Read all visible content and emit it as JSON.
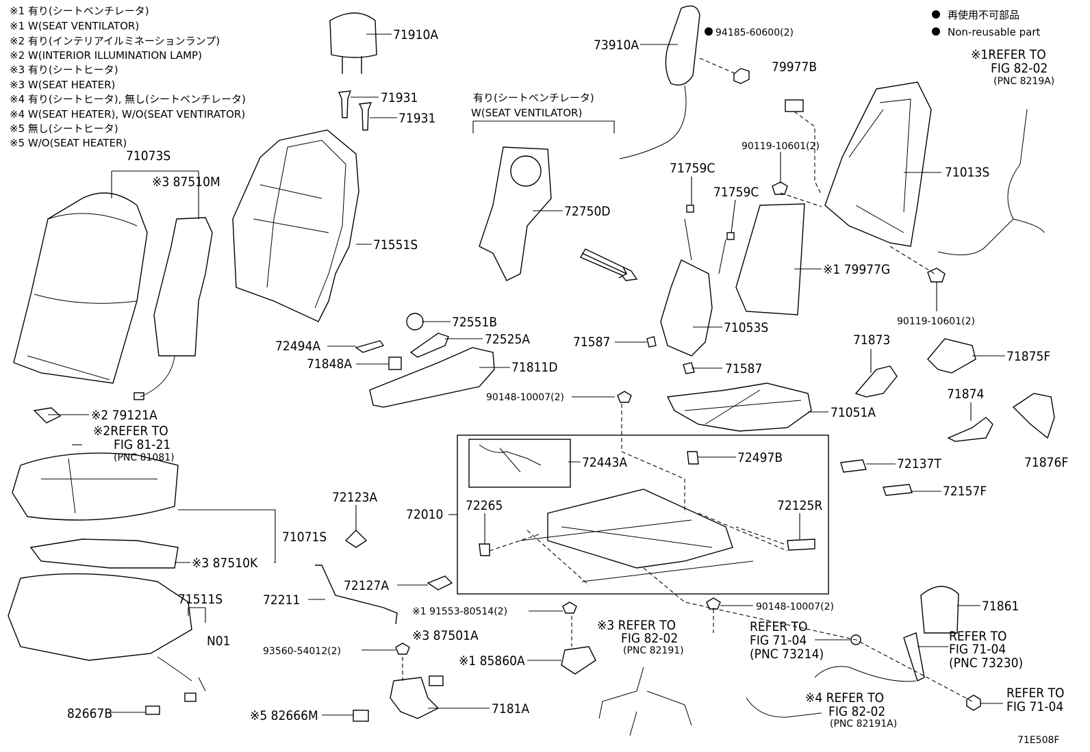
{
  "legend": {
    "notes": [
      "※1 有り(シートベンチレータ)",
      "※1 W(SEAT VENTILATOR)",
      "※2 有り(インテリアイルミネーションランプ)",
      "※2 W(INTERIOR ILLUMINATION LAMP)",
      "※3 有り(シートヒータ)",
      "※3 W(SEAT HEATER)",
      "※4 有り(シートヒータ), 無し(シートベンチレータ)",
      "※4 W(SEAT HEATER), W/O(SEAT VENTIRATOR)",
      "※5 無し(シートヒータ)",
      "※5 W/O(SEAT HEATER)"
    ],
    "nonreusable_jp": "再使用不可部品",
    "nonreusable_en": "Non-reusable part"
  },
  "bracket_note": {
    "jp": "有り(シートベンチレータ)",
    "en": "W(SEAT VENTILATOR)"
  },
  "labels": {
    "p71910A": "71910A",
    "p71931a": "71931",
    "p71931b": "71931",
    "p73910A": "73910A",
    "p94185": "94185-60600(2)",
    "p79977B": "79977B",
    "p71073S": "71073S",
    "p87510M": "※3 87510M",
    "p71551S": "71551S",
    "p72750D": "72750D",
    "p71759Ca": "71759C",
    "p71759Cb": "71759C",
    "p90119a": "90119-10601(2)",
    "p71013S": "71013S",
    "ref8202a_1": "※1REFER TO",
    "ref8202a_2": "FIG 82-02",
    "ref8202a_3": "(PNC 8219A)",
    "p79977G": "※1 79977G",
    "p90119b": "90119-10601(2)",
    "p72551B": "72551B",
    "p72525A": "72525A",
    "p72494A": "72494A",
    "p71848A": "71848A",
    "p71811D": "71811D",
    "p71587a": "71587",
    "p71053S": "71053S",
    "p71587b": "71587",
    "p71873": "71873",
    "p71875F": "71875F",
    "p79121A": "※2 79121A",
    "ref8121_1": "※2REFER TO",
    "ref8121_2": "FIG 81-21",
    "ref8121_3": "(PNC 81081)",
    "p90148a": "90148-10007(2)",
    "p71051A": "71051A",
    "p71874": "71874",
    "p71876F": "71876F",
    "p72443A": "72443A",
    "p72497B": "72497B",
    "p72137T": "72137T",
    "p72157F": "72157F",
    "p72123A": "72123A",
    "p72010": "72010",
    "p72265": "72265",
    "p72125R": "72125R",
    "p71071S": "71071S",
    "p87510K": "※3 87510K",
    "p72127A": "72127A",
    "p71511S": "71511S",
    "p72211": "72211",
    "p91553": "※1 91553-80514(2)",
    "p90148b": "90148-10007(2)",
    "p71861": "71861",
    "pN01": "N01",
    "p87501A": "※3 87501A",
    "ref8202b_1": "※3 REFER TO",
    "ref8202b_2": "FIG 82-02",
    "ref8202b_3": "(PNC 82191)",
    "ref7104a_1": "REFER TO",
    "ref7104a_2": "FIG 71-04",
    "ref7104a_3": "(PNC 73214)",
    "ref7104b_1": "REFER TO",
    "ref7104b_2": "FIG 71-04",
    "ref7104b_3": "(PNC 73230)",
    "p93560": "93560-54012(2)",
    "p85860A": "※1 85860A",
    "p82667B": "82667B",
    "p82666M": "※5 82666M",
    "p7181A": "7181A",
    "ref8202c_1": "※4 REFER TO",
    "ref8202c_2": "FIG 82-02",
    "ref8202c_3": "(PNC 82191A)",
    "ref7104c_1": "REFER TO",
    "ref7104c_2": "FIG 71-04",
    "fig_id": "71E508F"
  }
}
